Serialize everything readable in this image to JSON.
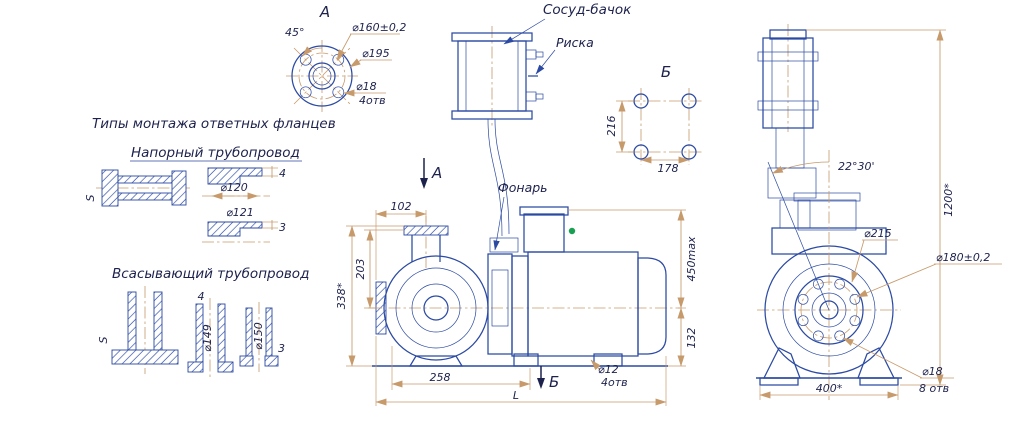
{
  "colors": {
    "line": "#2b4aa3",
    "dim": "#c79a6b",
    "text": "#1d224d",
    "ground_mark": "#1aa053"
  },
  "left_panel": {
    "title": "Типы монтажа ответных фланцев",
    "pressure": {
      "title": "Напорный трубопровод",
      "s": "S",
      "d1": "⌀120",
      "t1": "4",
      "d2": "⌀121",
      "t2": "3"
    },
    "suction": {
      "title": "Всасывающий трубопровод",
      "s": "S",
      "t1": "4",
      "d1": "⌀149",
      "d2": "⌀150",
      "t2": "3"
    }
  },
  "view_a": {
    "label": "А",
    "angle": "45°",
    "bolt_circle": "⌀160±0,2",
    "outer": "⌀195",
    "hole": "⌀18",
    "holes": "4отв"
  },
  "view_b": {
    "label": "Б",
    "dim_v": "216",
    "dim_h": "178"
  },
  "main_view": {
    "vessel": "Сосуд-бачок",
    "mark": "Риска",
    "lantern": "Фонарь",
    "section_a": "А",
    "section_b": "Б",
    "dim_102": "102",
    "dim_203": "203",
    "dim_338": "338*",
    "dim_450": "450max",
    "dim_132": "132",
    "dim_258": "258",
    "dim_L": "L",
    "hole_d": "⌀12",
    "holes": "4отв"
  },
  "side_view": {
    "angle": "22°30'",
    "height": "1200*",
    "flange": "⌀215",
    "bolt_circle": "⌀180±0,2",
    "hole": "⌀18",
    "holes": "8 отв",
    "width": "400*"
  }
}
